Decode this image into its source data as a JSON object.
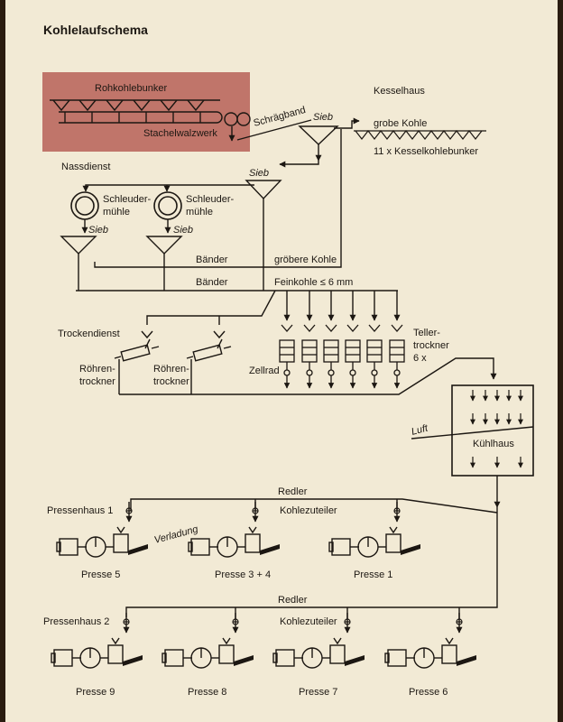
{
  "title": "Kohlelaufschema",
  "colors": {
    "panel": "#f2ead5",
    "line": "#1c1712",
    "bunker_fill": "#c0756a"
  },
  "labels": {
    "rohkohlebunker": "Rohkohlebunker",
    "stachelwalzwerk": "Stachelwalzwerk",
    "schraegband": "Schrägband",
    "sieb_1": "Sieb",
    "kesselhaus": "Kesselhaus",
    "grobe_kohle": "grobe Kohle",
    "kesselkohlebunker": "11 x Kesselkohlebunker",
    "nassdienst": "Nassdienst",
    "sieb_2": "Sieb",
    "schleudermuehle_1": [
      "Schleuder-",
      "mühle"
    ],
    "schleudermuehle_2": [
      "Schleuder-",
      "mühle"
    ],
    "sieb_3": "Sieb",
    "sieb_4": "Sieb",
    "baender_1": "Bänder",
    "groebere_kohle": "gröbere Kohle",
    "baender_2": "Bänder",
    "feinkohle": "Feinkohle ≤ 6 mm",
    "trockendienst": "Trockendienst",
    "roehrentrockner_1": [
      "Röhren-",
      "trockner"
    ],
    "roehrentrockner_2": [
      "Röhren-",
      "trockner"
    ],
    "zellrad": "Zellrad",
    "tellertrockner": [
      "Teller-",
      "trockner",
      "6 x"
    ],
    "luft": "Luft",
    "kuehlhaus": "Kühlhaus",
    "redler_1": "Redler",
    "pressenhaus_1": "Pressenhaus 1",
    "kohlezuteiler_1": "Kohlezuteiler",
    "verladung": "Verladung",
    "presse_5": "Presse 5",
    "presse_3_4": "Presse 3 + 4",
    "presse_1": "Presse 1",
    "redler_2": "Redler",
    "pressenhaus_2": "Pressenhaus 2",
    "kohlezuteiler_2": "Kohlezuteiler",
    "presse_9": "Presse 9",
    "presse_8": "Presse 8",
    "presse_7": "Presse 7",
    "presse_6": "Presse 6"
  }
}
